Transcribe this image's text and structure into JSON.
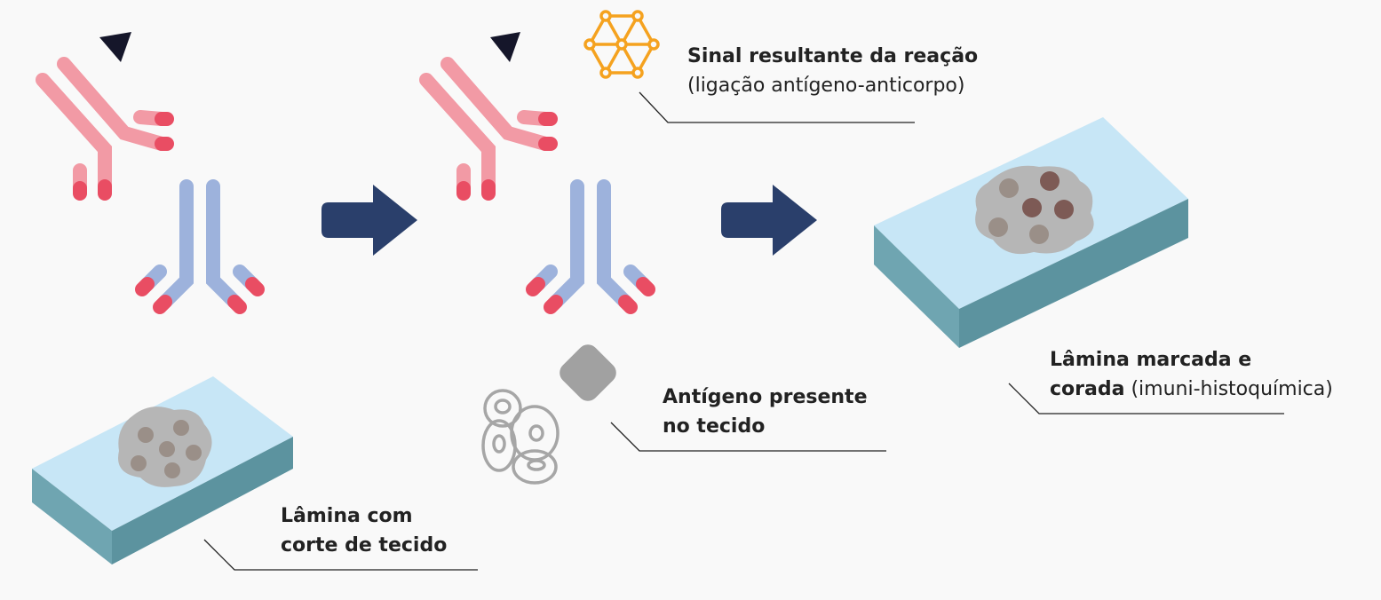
{
  "labels": {
    "signal": {
      "title": "Sinal resultante da reação",
      "subtitle": "(ligação antígeno-anticorpo)"
    },
    "antigen": {
      "line1": "Antígeno presente",
      "line2": "no tecido"
    },
    "slide_cut": {
      "line1": "Lâmina com",
      "line2": "corte de tecido"
    },
    "slide_stained": {
      "line1": "Lâmina marcada e",
      "line2_bold": "corada",
      "line2_rest": " (imuni-histoquímica)"
    }
  },
  "colors": {
    "primary_antibody": "#f29aa5",
    "antibody_tip": "#e94d63",
    "secondary_antibody": "#9db2dc",
    "arrow": "#2a3f6b",
    "signal": "#f5a21f",
    "slide_top": "#c7e6f6",
    "slide_side": "#6fa5b1",
    "tissue": "#b6b6b6",
    "antigen": "#a1a1a1",
    "cells": "#a6a6a6",
    "stained_cell": "#7d5a55",
    "unstained_cell": "#9a8f88",
    "triangle": "#15162a"
  },
  "icons": [
    "triangle-marker-icon",
    "arrow-right-icon",
    "signal-network-icon",
    "antigen-icon",
    "cells-icon",
    "slide-icon",
    "antibody-icon"
  ]
}
